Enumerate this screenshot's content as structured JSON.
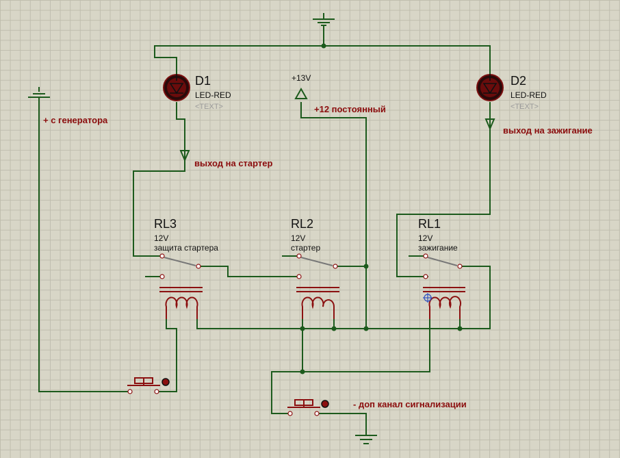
{
  "diagram": {
    "colors": {
      "wire": "#1c5a1c",
      "component": "#8b1010",
      "note": "#8b0d0d",
      "background": "#d8d6c7"
    },
    "leds": [
      {
        "ref": "D1",
        "value": "LED-RED",
        "text": "<TEXT>"
      },
      {
        "ref": "D2",
        "value": "LED-RED",
        "text": "<TEXT>"
      }
    ],
    "relays": [
      {
        "ref": "RL3",
        "voltage": "12V",
        "label": "защита стартера"
      },
      {
        "ref": "RL2",
        "voltage": "12V",
        "label": "стартер"
      },
      {
        "ref": "RL1",
        "voltage": "12V",
        "label": "зажигание"
      }
    ],
    "power_label": "+13V",
    "notes": {
      "generator": "+ с генератора",
      "constant": "+12 постоянный",
      "starter_out": "выход на стартер",
      "ignition_out": "выход на зажигание",
      "alarm": "- доп канал сигнализации"
    }
  }
}
